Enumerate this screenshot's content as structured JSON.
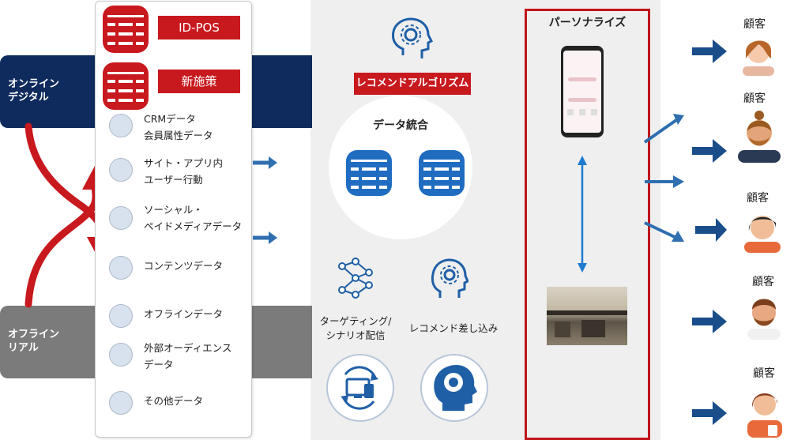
{
  "bands": {
    "online": "オンライン\nデジタル",
    "offline": "オフライン\nリアル"
  },
  "sources": {
    "idpos": "ID-POS",
    "new_measure": "新施策",
    "items": [
      {
        "label": "CRMデータ\n会員属性データ",
        "icon": "member-card-icon"
      },
      {
        "label": "サイト・アプリ内\nユーザー行動",
        "icon": "site-analytics-icon"
      },
      {
        "label": "ソーシャル・\nペイドメディアデータ",
        "icon": "social-icon"
      },
      {
        "label": "コンテンツデータ",
        "icon": "document-icon"
      },
      {
        "label": "オフラインデータ",
        "icon": "offline-database-icon"
      },
      {
        "label": "外部オーディエンス\nデータ",
        "icon": "audience-icon"
      },
      {
        "label": "その他データ",
        "icon": "database-icon"
      }
    ]
  },
  "center": {
    "algorithm": "レコメンドアルゴリズム",
    "data_integration": "データ統合",
    "targeting": "ターゲティング/\nシナリオ配信",
    "recommend_insert": "レコメンド差し込み"
  },
  "personalize": {
    "title": "パーソナライズ"
  },
  "customers": [
    "顧客",
    "顧客",
    "顧客",
    "顧客",
    "顧客"
  ],
  "colors": {
    "navy": "#0f2a5c",
    "gray": "#7b7b7b",
    "red": "#c8191e",
    "blue": "#1f5fa6",
    "arrow_dark": "#1a4e8a"
  }
}
